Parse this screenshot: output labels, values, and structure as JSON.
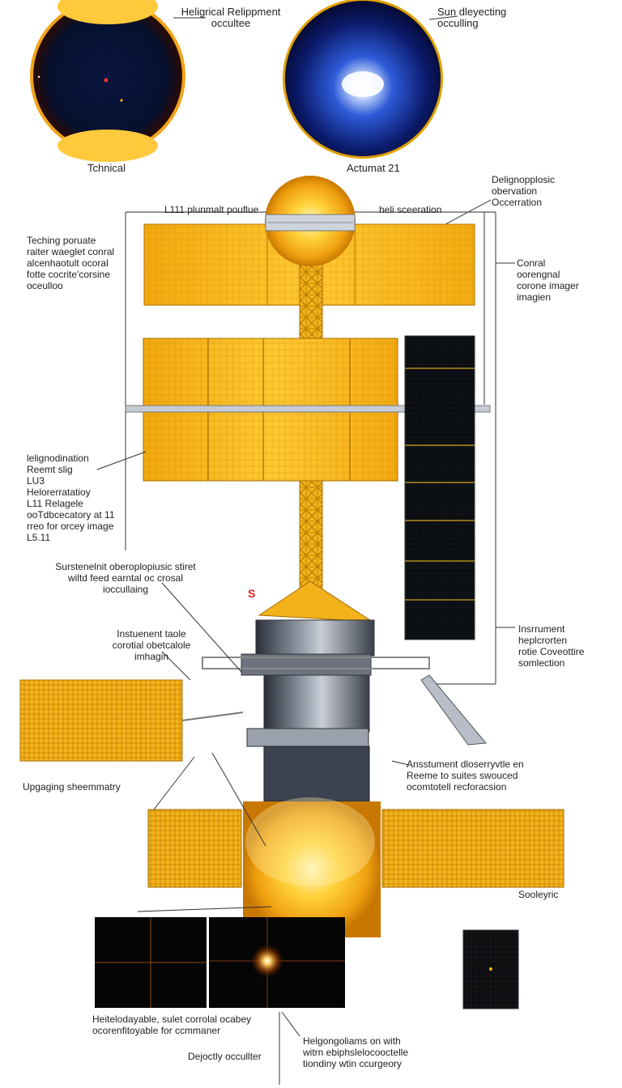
{
  "colors": {
    "panel_gold": "#f5b21a",
    "panel_dark": "#0a0e14",
    "sun_core": "#fff3b0",
    "body_steel": "#3c4350"
  },
  "images": {
    "left_disk_caption": "Tchnical",
    "right_disk_caption": "Actumat 21"
  },
  "labels": {
    "top_center": "Heligrical Relippment\noccultee",
    "top_right": "Sun dleyecting\nocculling",
    "boom_left": "L111 plunmalt pouflue",
    "boom_right": "heli sceeration",
    "right_top": "Delignopplosic\nobervation\nOccerration",
    "left_upper": "Teching poruate\nraiter waeglet conral\nalcenhaotult ocoral\nfotte cocrite'corsine\noceulloo",
    "right_coronal": "Conral\noorengnal\ncorone imager\nimagien",
    "left_mid": "lelignodination\nReemt slig\nLU3\nHelorerratatioy\nL11 Relagele\nooTdbcecatory at 11\nrreo for orcey image\nL5.11",
    "mid_left": "Surstenelnit oberoplopiusic stiret\nwiltd feed earntal oc crosal\nioccullaing",
    "red_marker": "S",
    "instrument_table": "Instuenent taole\ncorotial obetcalole\nimhagin",
    "right_instrument": "Insrrument\nheplcrorten\nrotie Coveottire\nsomlection",
    "lower_right_note": "Ansstument dloserryvtle en\nReeme to suites swouced\nocomtotell recforacsion",
    "left_bottom": "Upgaging sheemmatry",
    "solar_right": "Sooleyric",
    "bottom_left_note": "Heitelodayable, sulet corrolal ocabey\nocorenfitoyable for ccmmaner",
    "bottom_center": "Dejoctly occullter",
    "bottom_right_note": "Helgongoliams on with\nwitrn ebiphslelocooctelle\ntiondiny wtin ccurgeory"
  }
}
